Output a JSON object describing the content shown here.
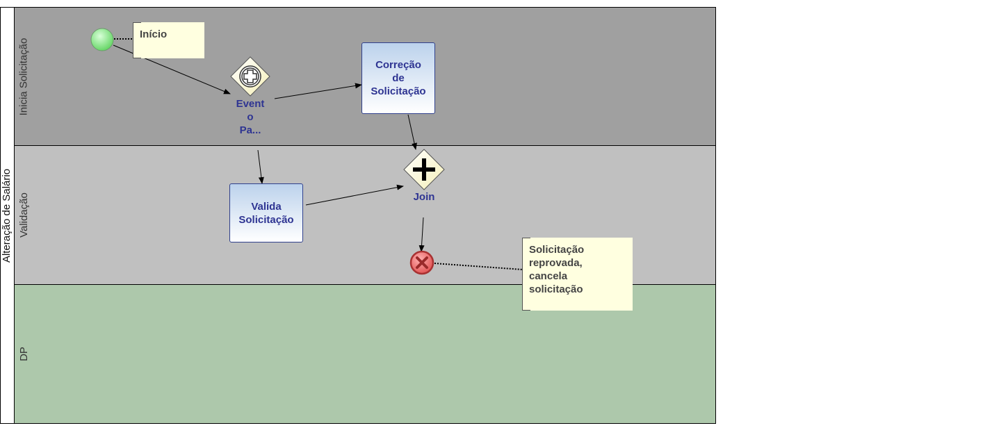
{
  "pool": {
    "title": "Alteração de Salário"
  },
  "lanes": [
    {
      "name": "Inicia Solicitação",
      "color": "#a0a0a0"
    },
    {
      "name": "Validação",
      "color": "#c0c0c0"
    },
    {
      "name": "DP",
      "color": "#adc8ab"
    }
  ],
  "start_event": {
    "color": "#7be07b"
  },
  "notes": {
    "inicio": "Início",
    "reprovada": [
      "Solicitação",
      "reprovada,",
      "cancela",
      "solicitação"
    ]
  },
  "gateways": {
    "event": {
      "label_lines": [
        "Event",
        "o",
        "Pa..."
      ]
    },
    "join": {
      "label": "Join"
    }
  },
  "tasks": {
    "correcao": {
      "lines": [
        "Correção",
        "de",
        "Solicitação"
      ]
    },
    "valida": {
      "lines": [
        "Valida",
        "Solicitação"
      ]
    }
  },
  "end_event": {
    "color": "#d94545"
  }
}
